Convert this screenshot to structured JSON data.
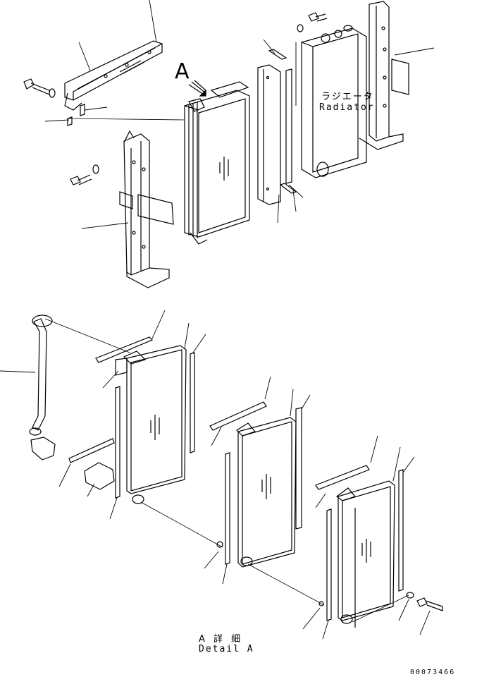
{
  "labels": {
    "view_marker": "A",
    "radiator_jp": "ラジエータ",
    "radiator_en": "Radiator",
    "detail_jp": "A 詳 細",
    "detail_en": "Detail A",
    "part_number": "00073466"
  }
}
